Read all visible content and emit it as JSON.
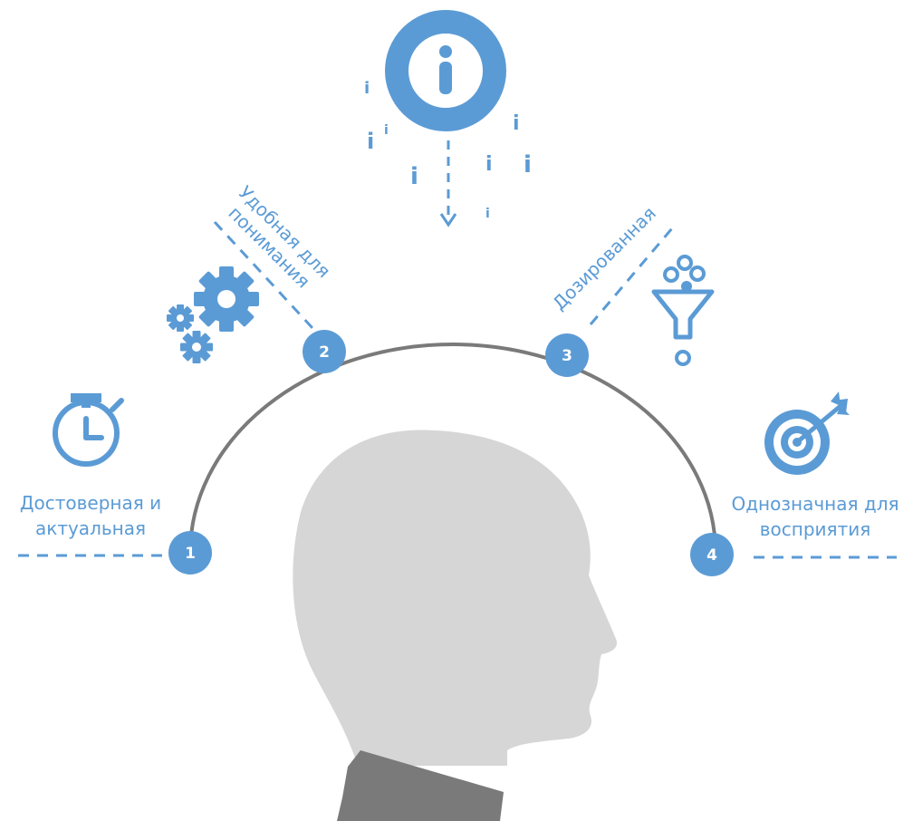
{
  "steps": [
    {
      "number": "1",
      "label_lines": [
        "Достоверная и",
        "актуальная"
      ]
    },
    {
      "number": "2",
      "label_lines": [
        "Удобная для",
        "понимания"
      ]
    },
    {
      "number": "3",
      "label_lines": [
        "Дозированная"
      ]
    },
    {
      "number": "4",
      "label_lines": [
        "Однозначная для",
        "восприятия"
      ]
    }
  ],
  "info_symbol": "i",
  "colors": {
    "accent": "#5b9bd5",
    "arc": "#7a7a7a",
    "head": "#d6d6d6",
    "collar": "#7a7a7a",
    "background": "#ffffff"
  },
  "icons": {
    "info": "info-circle-icon",
    "step1": "stopwatch-icon",
    "step2": "gears-icon",
    "step3": "funnel-icon",
    "step4": "target-icon"
  }
}
